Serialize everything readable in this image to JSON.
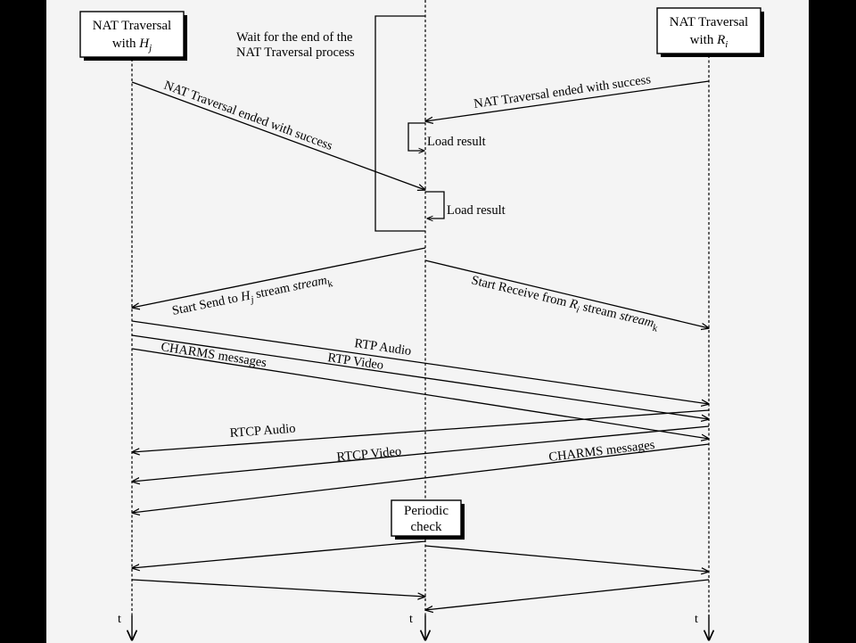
{
  "actors": {
    "left": {
      "line1": "NAT Traversal",
      "line2": "with ",
      "var": "H",
      "sub": "j"
    },
    "right": {
      "line1": "NAT Traversal",
      "line2": "with ",
      "var": "R",
      "sub": "i"
    }
  },
  "wait_note": {
    "line1": "Wait for the end of the",
    "line2": "NAT Traversal process"
  },
  "messages": {
    "nat_success_right": "NAT Traversal ended with success",
    "nat_success_left": "NAT Traversal ended with success",
    "load_result_1": "Load result",
    "load_result_2": "Load result",
    "start_send": {
      "prefix": "Start Send to ",
      "var": "H",
      "sub": "j",
      "mid": " stream ",
      "stream": "stream",
      "stream_sub": "k"
    },
    "start_receive": {
      "prefix": "Start Receive from ",
      "var": "R",
      "sub": "i",
      "mid": " stream ",
      "stream": "stream",
      "stream_sub": "k"
    },
    "rtp_audio": "RTP Audio",
    "rtp_video": "RTP Video",
    "charms_lr": "CHARMS messages",
    "rtcp_audio": "RTCP Audio",
    "rtcp_video": "RTCP Video",
    "charms_rl": "CHARMS messages"
  },
  "periodic": {
    "line1": "Periodic",
    "line2": "check"
  },
  "time_labels": {
    "left": "t",
    "middle": "t",
    "right": "t"
  }
}
